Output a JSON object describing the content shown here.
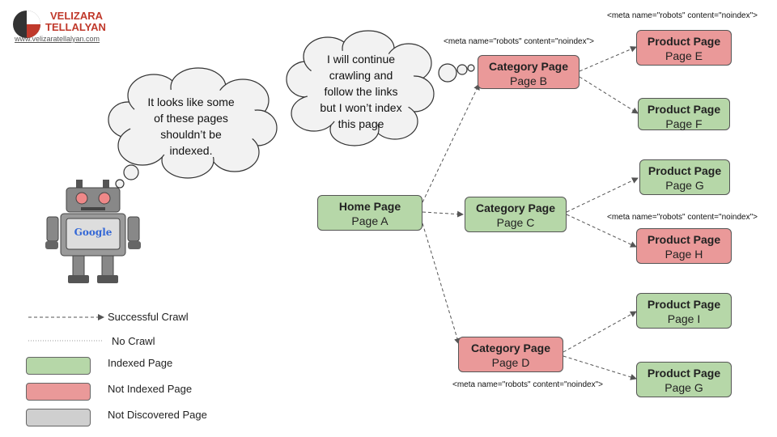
{
  "logo": {
    "line1": "VELIZARA",
    "line2": "TELLALYAN",
    "url": "www.velizaratellalyan.com"
  },
  "thoughts": {
    "left": [
      "It looks like some",
      "of these pages",
      "shouldn’t be",
      "indexed."
    ],
    "right": [
      "I will continue",
      "crawling and",
      "follow the links",
      "but I won’t index",
      "this page"
    ]
  },
  "robot": {
    "screen_label": "Google"
  },
  "nodes": {
    "home": {
      "title": "Home Page",
      "sub": "Page A",
      "status": "indexed"
    },
    "catB": {
      "title": "Category Page",
      "sub": "Page B",
      "status": "not-indexed"
    },
    "catC": {
      "title": "Category Page",
      "sub": "Page C",
      "status": "indexed"
    },
    "catD": {
      "title": "Category Page",
      "sub": "Page D",
      "status": "not-indexed"
    },
    "prodE": {
      "title": "Product Page",
      "sub": "Page E",
      "status": "not-indexed"
    },
    "prodF": {
      "title": "Product Page",
      "sub": "Page F",
      "status": "indexed"
    },
    "prodG1": {
      "title": "Product Page",
      "sub": "Page G",
      "status": "indexed"
    },
    "prodH": {
      "title": "Product Page",
      "sub": "Page H",
      "status": "not-indexed"
    },
    "prodI": {
      "title": "Product Page",
      "sub": "Page I",
      "status": "indexed"
    },
    "prodG2": {
      "title": "Product Page",
      "sub": "Page G",
      "status": "indexed"
    }
  },
  "meta_tags": {
    "catB": "<meta name=\"robots\" content=\"noindex\">",
    "prodE": "<meta name=\"robots\" content=\"noindex\">",
    "prodH": "<meta name=\"robots\" content=\"noindex\">",
    "catD": "<meta name=\"robots\" content=\"noindex\">"
  },
  "legend": {
    "successful_crawl": "Successful Crawl",
    "no_crawl": "No Crawl",
    "indexed": "Indexed Page",
    "not_indexed": "Not Indexed Page",
    "not_discovered": "Not Discovered Page"
  },
  "colors": {
    "indexed": "#b6d7a8",
    "not_indexed": "#ea9999",
    "not_discovered": "#cfcfcf",
    "logo_red": "#c0392b"
  }
}
